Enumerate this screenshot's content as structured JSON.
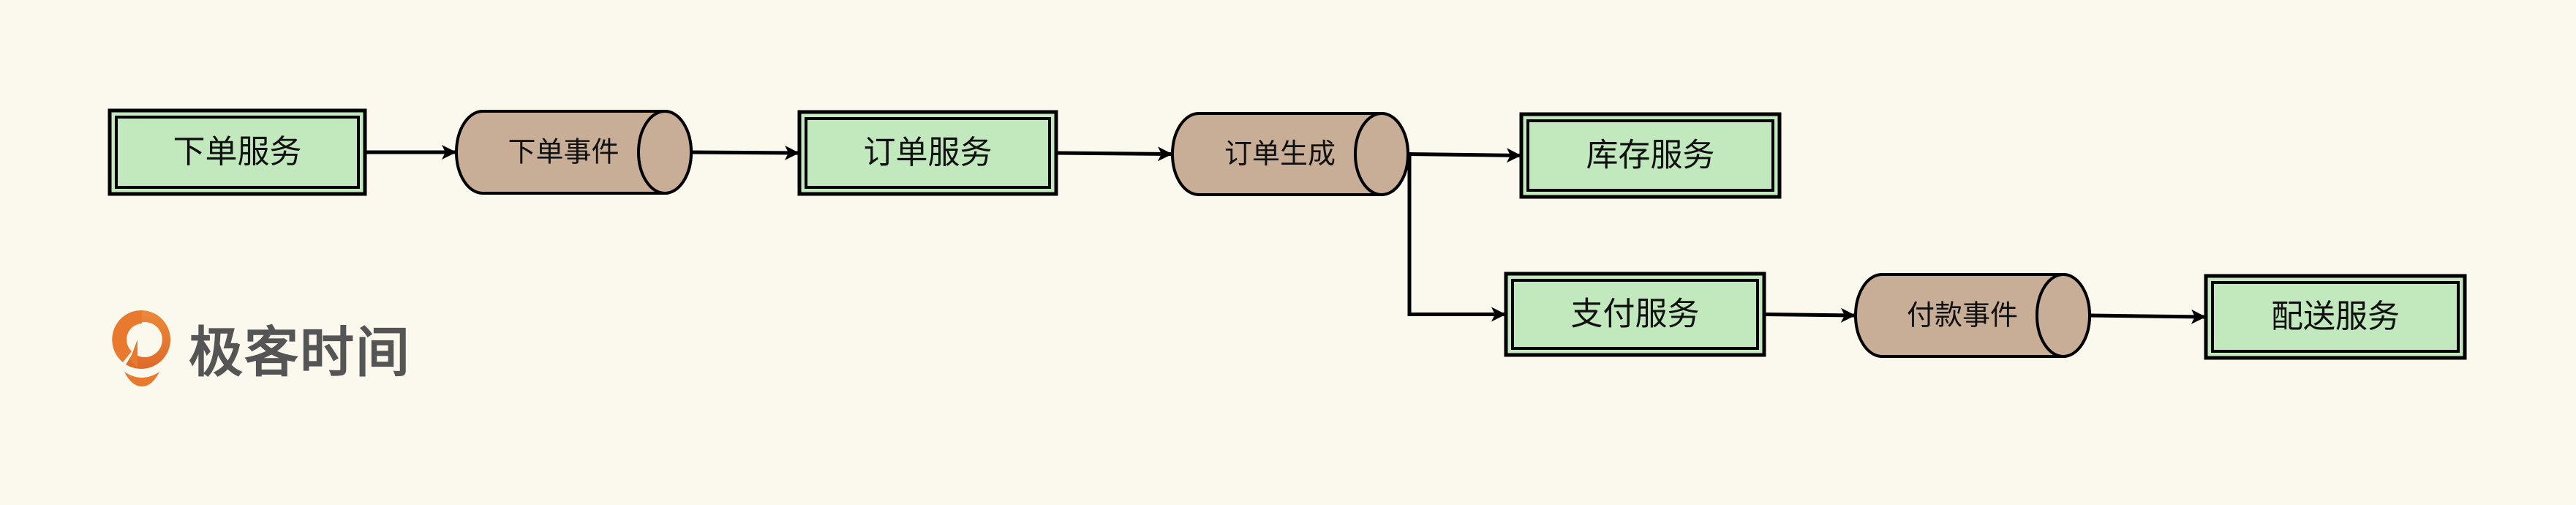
{
  "diagram": {
    "nodes": [
      {
        "id": "order-service",
        "label": "下单服务",
        "kind": "service"
      },
      {
        "id": "order-event",
        "label": "下单事件",
        "kind": "queue"
      },
      {
        "id": "order-mgmt-service",
        "label": "订单服务",
        "kind": "service"
      },
      {
        "id": "order-created",
        "label": "订单生成",
        "kind": "queue"
      },
      {
        "id": "inventory-service",
        "label": "库存服务",
        "kind": "service"
      },
      {
        "id": "payment-service",
        "label": "支付服务",
        "kind": "service"
      },
      {
        "id": "payment-event",
        "label": "付款事件",
        "kind": "queue"
      },
      {
        "id": "delivery-service",
        "label": "配送服务",
        "kind": "service"
      }
    ],
    "edges": [
      {
        "from": "order-service",
        "to": "order-event"
      },
      {
        "from": "order-event",
        "to": "order-mgmt-service"
      },
      {
        "from": "order-mgmt-service",
        "to": "order-created"
      },
      {
        "from": "order-created",
        "to": "inventory-service"
      },
      {
        "from": "order-created",
        "to": "payment-service"
      },
      {
        "from": "payment-service",
        "to": "payment-event"
      },
      {
        "from": "payment-event",
        "to": "delivery-service"
      }
    ],
    "colors": {
      "service_fill": "#c2e8bd",
      "queue_fill": "#c8ad97",
      "stroke": "#000000",
      "background": "#fbf8ee"
    }
  },
  "logo": {
    "text": "极客时间",
    "icon": "geektime-logo-icon",
    "color": "#e8792f"
  }
}
